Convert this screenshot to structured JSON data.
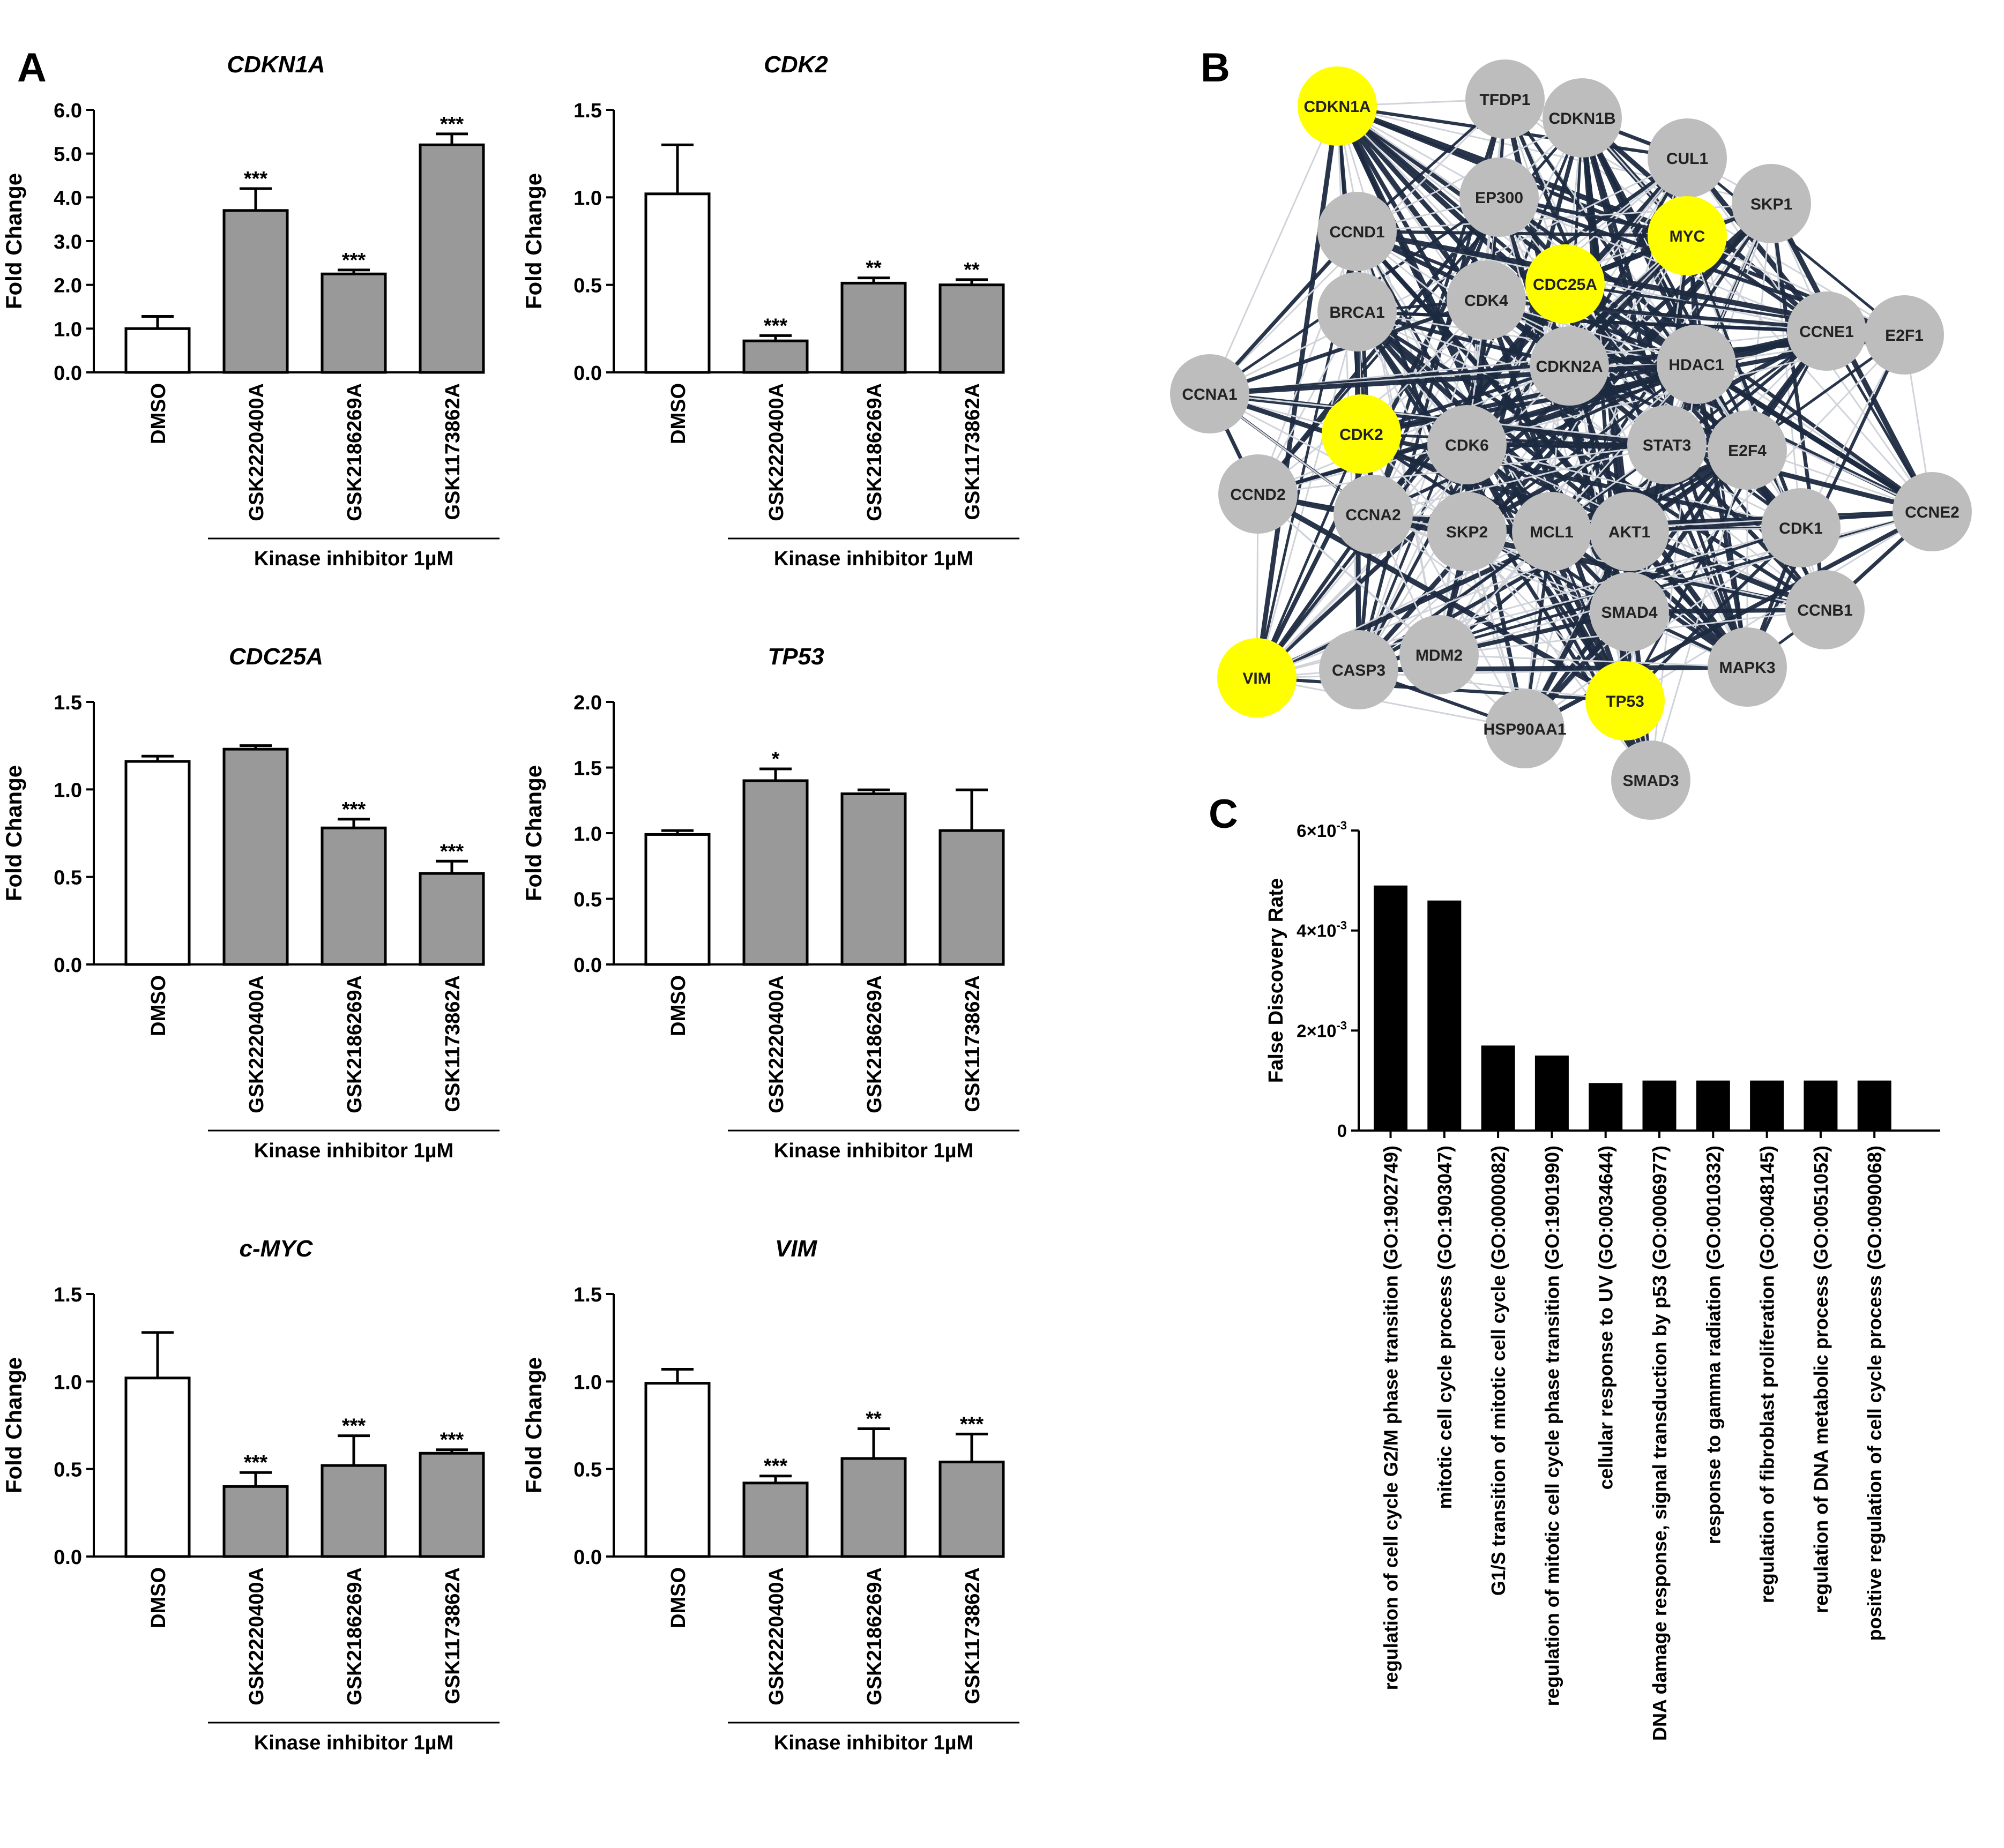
{
  "panel_labels": {
    "a": "A",
    "b": "B",
    "c": "C"
  },
  "colors": {
    "treated_bar": "#999999",
    "control_bar": "#ffffff",
    "axis": "#000000",
    "node": "#bdbdbd",
    "node_highlight": "#ffff00",
    "edge_strong": "#1c2a40",
    "edge_weak": "#d0d4da",
    "go_bar": "#000000"
  },
  "chart_data": [
    {
      "type": "bar",
      "panel": "A",
      "title": "CDKN1A",
      "ylabel": "Fold Change",
      "categories": [
        "DMSO",
        "GSK2220400A",
        "GSK2186269A",
        "GSK1173862A"
      ],
      "values": [
        1.0,
        3.7,
        2.25,
        5.2
      ],
      "errors": [
        0.28,
        0.5,
        0.09,
        0.25
      ],
      "significance": [
        "",
        "***",
        "***",
        "***"
      ],
      "ylim": [
        0,
        6
      ],
      "yticks": [
        "0.0",
        "1.0",
        "2.0",
        "3.0",
        "4.0",
        "5.0",
        "6.0"
      ],
      "group_label": "Kinase inhibitor 1µM"
    },
    {
      "type": "bar",
      "panel": "A",
      "title": "CDK2",
      "ylabel": "Fold Change",
      "categories": [
        "DMSO",
        "GSK2220400A",
        "GSK2186269A",
        "GSK1173862A"
      ],
      "values": [
        1.02,
        0.18,
        0.51,
        0.5
      ],
      "errors": [
        0.28,
        0.03,
        0.03,
        0.03
      ],
      "significance": [
        "",
        "***",
        "**",
        "**"
      ],
      "ylim": [
        0,
        1.5
      ],
      "yticks": [
        "0.0",
        "0.5",
        "1.0",
        "1.5"
      ],
      "group_label": "Kinase inhibitor 1µM"
    },
    {
      "type": "bar",
      "panel": "A",
      "title": "CDC25A",
      "ylabel": "Fold Change",
      "categories": [
        "DMSO",
        "GSK2220400A",
        "GSK2186269A",
        "GSK1173862A"
      ],
      "values": [
        1.16,
        1.23,
        0.78,
        0.52
      ],
      "errors": [
        0.03,
        0.02,
        0.05,
        0.07
      ],
      "significance": [
        "",
        "",
        "***",
        "***"
      ],
      "ylim": [
        0,
        1.5
      ],
      "yticks": [
        "0.0",
        "0.5",
        "1.0",
        "1.5"
      ],
      "group_label": "Kinase inhibitor 1µM"
    },
    {
      "type": "bar",
      "panel": "A",
      "title": "TP53",
      "ylabel": "Fold Change",
      "categories": [
        "DMSO",
        "GSK2220400A",
        "GSK2186269A",
        "GSK1173862A"
      ],
      "values": [
        0.99,
        1.4,
        1.3,
        1.02
      ],
      "errors": [
        0.03,
        0.09,
        0.03,
        0.31
      ],
      "significance": [
        "",
        "*",
        "",
        ""
      ],
      "ylim": [
        0,
        2
      ],
      "yticks": [
        "0.0",
        "0.5",
        "1.0",
        "1.5",
        "2.0"
      ],
      "group_label": "Kinase inhibitor 1µM"
    },
    {
      "type": "bar",
      "panel": "A",
      "title": "c-MYC",
      "ylabel": "Fold Change",
      "categories": [
        "DMSO",
        "GSK2220400A",
        "GSK2186269A",
        "GSK1173862A"
      ],
      "values": [
        1.02,
        0.4,
        0.52,
        0.59
      ],
      "errors": [
        0.26,
        0.08,
        0.17,
        0.02
      ],
      "significance": [
        "",
        "***",
        "***",
        "***"
      ],
      "ylim": [
        0,
        1.5
      ],
      "yticks": [
        "0.0",
        "0.5",
        "1.0",
        "1.5"
      ],
      "group_label": "Kinase inhibitor 1µM"
    },
    {
      "type": "bar",
      "panel": "A",
      "title": "VIM",
      "ylabel": "Fold Change",
      "categories": [
        "DMSO",
        "GSK2220400A",
        "GSK2186269A",
        "GSK1173862A"
      ],
      "values": [
        0.99,
        0.42,
        0.56,
        0.54
      ],
      "errors": [
        0.08,
        0.04,
        0.17,
        0.16
      ],
      "significance": [
        "",
        "***",
        "**",
        "***"
      ],
      "ylim": [
        0,
        1.5
      ],
      "yticks": [
        "0.0",
        "0.5",
        "1.0",
        "1.5"
      ],
      "group_label": "Kinase inhibitor 1µM"
    },
    {
      "type": "bar",
      "panel": "C",
      "ylabel": "False Discovery Rate",
      "categories": [
        "regulation of cell cycle G2/M phase transition (GO:1902749)",
        "mitotic cell cycle process (GO:1903047)",
        "G1/S transition of mitotic cell cycle (GO:0000082)",
        "regulation of mitotic cell cycle phase transition (GO:1901990)",
        "cellular response to UV (GO:0034644)",
        "DNA damage response, signal transduction by p53 (GO:0006977)",
        "response to gamma radiation (GO:0010332)",
        "regulation of fibroblast proliferation (GO:0048145)",
        "regulation of DNA metabolic process (GO:0051052)",
        "positive regulation of cell cycle process (GO:0090068)"
      ],
      "values": [
        0.0049,
        0.0046,
        0.0017,
        0.0015,
        0.00095,
        0.001,
        0.001,
        0.001,
        0.001,
        0.001
      ],
      "ylim": [
        0,
        0.006
      ],
      "yticks": [
        {
          "value": 0,
          "label": "0",
          "exp": ""
        },
        {
          "value": 0.002,
          "label": "2×10",
          "exp": "-3"
        },
        {
          "value": 0.004,
          "label": "4×10",
          "exp": "-3"
        },
        {
          "value": 0.006,
          "label": "6×10",
          "exp": "-3"
        }
      ]
    }
  ],
  "network": {
    "nodes": [
      {
        "id": "CDKN1A",
        "highlight": true
      },
      {
        "id": "TFDP1",
        "highlight": false
      },
      {
        "id": "CDKN1B",
        "highlight": false
      },
      {
        "id": "CUL1",
        "highlight": false
      },
      {
        "id": "SKP1",
        "highlight": false
      },
      {
        "id": "EP300",
        "highlight": false
      },
      {
        "id": "MYC",
        "highlight": true
      },
      {
        "id": "CCND1",
        "highlight": false
      },
      {
        "id": "CDC25A",
        "highlight": true
      },
      {
        "id": "BRCA1",
        "highlight": false
      },
      {
        "id": "CDK4",
        "highlight": false
      },
      {
        "id": "CCNE1",
        "highlight": false
      },
      {
        "id": "E2F1",
        "highlight": false
      },
      {
        "id": "CDKN2A",
        "highlight": false
      },
      {
        "id": "HDAC1",
        "highlight": false
      },
      {
        "id": "CCNA1",
        "highlight": false
      },
      {
        "id": "CDK2",
        "highlight": true
      },
      {
        "id": "CDK6",
        "highlight": false
      },
      {
        "id": "STAT3",
        "highlight": false
      },
      {
        "id": "E2F4",
        "highlight": false
      },
      {
        "id": "CCND2",
        "highlight": false
      },
      {
        "id": "CCNA2",
        "highlight": false
      },
      {
        "id": "SKP2",
        "highlight": false
      },
      {
        "id": "MCL1",
        "highlight": false
      },
      {
        "id": "AKT1",
        "highlight": false
      },
      {
        "id": "CDK1",
        "highlight": false
      },
      {
        "id": "CCNE2",
        "highlight": false
      },
      {
        "id": "SMAD4",
        "highlight": false
      },
      {
        "id": "CCNB1",
        "highlight": false
      },
      {
        "id": "VIM",
        "highlight": true
      },
      {
        "id": "CASP3",
        "highlight": false
      },
      {
        "id": "MDM2",
        "highlight": false
      },
      {
        "id": "MAPK3",
        "highlight": false
      },
      {
        "id": "TP53",
        "highlight": true
      },
      {
        "id": "HSP90AA1",
        "highlight": false
      },
      {
        "id": "SMAD3",
        "highlight": false
      }
    ]
  }
}
